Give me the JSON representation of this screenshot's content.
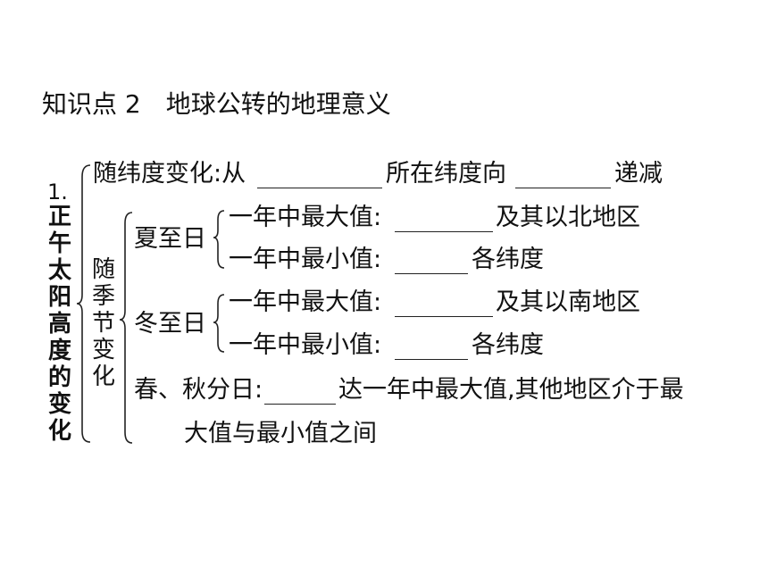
{
  "heading": "知识点 2　地球公转的地理意义",
  "section": {
    "number": "1.",
    "title_chars": [
      "正",
      "午",
      "太",
      "阳",
      "高",
      "度",
      "的",
      "变",
      "化"
    ]
  },
  "latitude": {
    "prefix": "随纬度变化:从",
    "middle": "所在纬度向",
    "suffix": "递减"
  },
  "season": {
    "label_chars": [
      "随",
      "季",
      "节",
      "变",
      "化"
    ]
  },
  "summer": {
    "label": "夏至日",
    "max_label": "一年中最大值:",
    "max_suffix": "及其以北地区",
    "min_label": "一年中最小值:",
    "min_suffix": "各纬度"
  },
  "winter": {
    "label": "冬至日",
    "max_label": "一年中最大值:",
    "max_suffix": "及其以南地区",
    "min_label": "一年中最小值:",
    "min_suffix": "各纬度"
  },
  "equinox": {
    "label": "春、秋分日:",
    "line1": "达一年中最大值,其他地区介于最",
    "line2": "大值与最小值之间"
  }
}
